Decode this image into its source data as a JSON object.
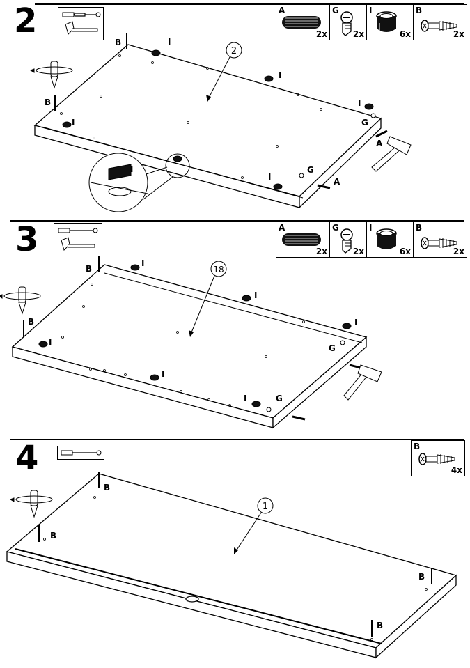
{
  "steps": [
    {
      "number": "2",
      "parts": [
        {
          "letter": "A",
          "qty": "2x",
          "icon": "dowel-icon"
        },
        {
          "letter": "G",
          "qty": "2x",
          "icon": "cam-bolt-icon"
        },
        {
          "letter": "I",
          "qty": "6x",
          "icon": "cam-lock-icon"
        },
        {
          "letter": "B",
          "qty": "2x",
          "icon": "screw-icon"
        }
      ],
      "panel_callout": "2",
      "labels": {
        "b": "B",
        "i": "I",
        "g": "G",
        "a": "A"
      }
    },
    {
      "number": "3",
      "parts": [
        {
          "letter": "A",
          "qty": "2x",
          "icon": "dowel-icon"
        },
        {
          "letter": "G",
          "qty": "2x",
          "icon": "cam-bolt-icon"
        },
        {
          "letter": "I",
          "qty": "6x",
          "icon": "cam-lock-icon"
        },
        {
          "letter": "B",
          "qty": "2x",
          "icon": "screw-icon"
        }
      ],
      "panel_callout": "18",
      "labels": {
        "b": "B",
        "i": "I",
        "g": "G"
      }
    },
    {
      "number": "4",
      "parts": [
        {
          "letter": "B",
          "qty": "4x",
          "icon": "screw-icon"
        }
      ],
      "panel_callout": "1",
      "labels": {
        "b": "B"
      }
    }
  ]
}
